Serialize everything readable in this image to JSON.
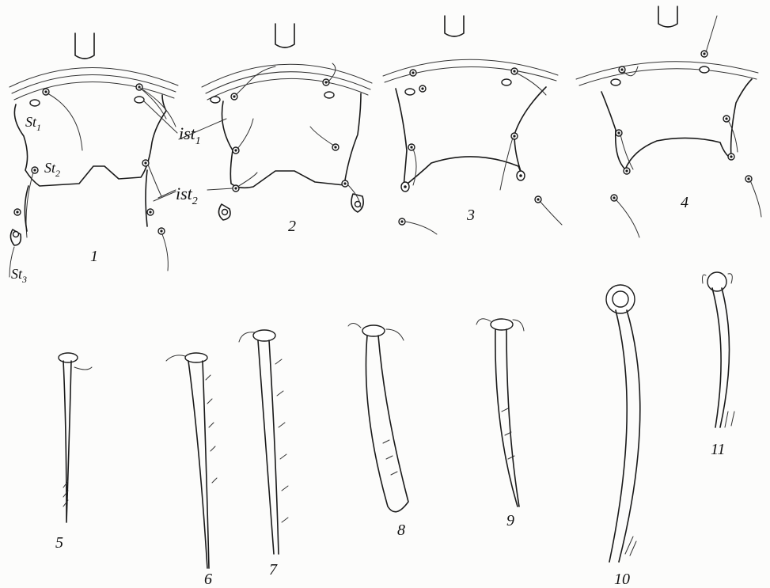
{
  "figure": {
    "panel_numbers": [
      "1",
      "2",
      "3",
      "4",
      "5",
      "6",
      "7",
      "8",
      "9",
      "10",
      "11"
    ],
    "labels": {
      "st1": "St",
      "st1_sub": "1",
      "st2": "St",
      "st2_sub": "2",
      "st3": "St",
      "st3_sub": "3",
      "ist1": "ist",
      "ist1_sub": "1",
      "ist2": "ist",
      "ist2_sub": "2"
    }
  }
}
